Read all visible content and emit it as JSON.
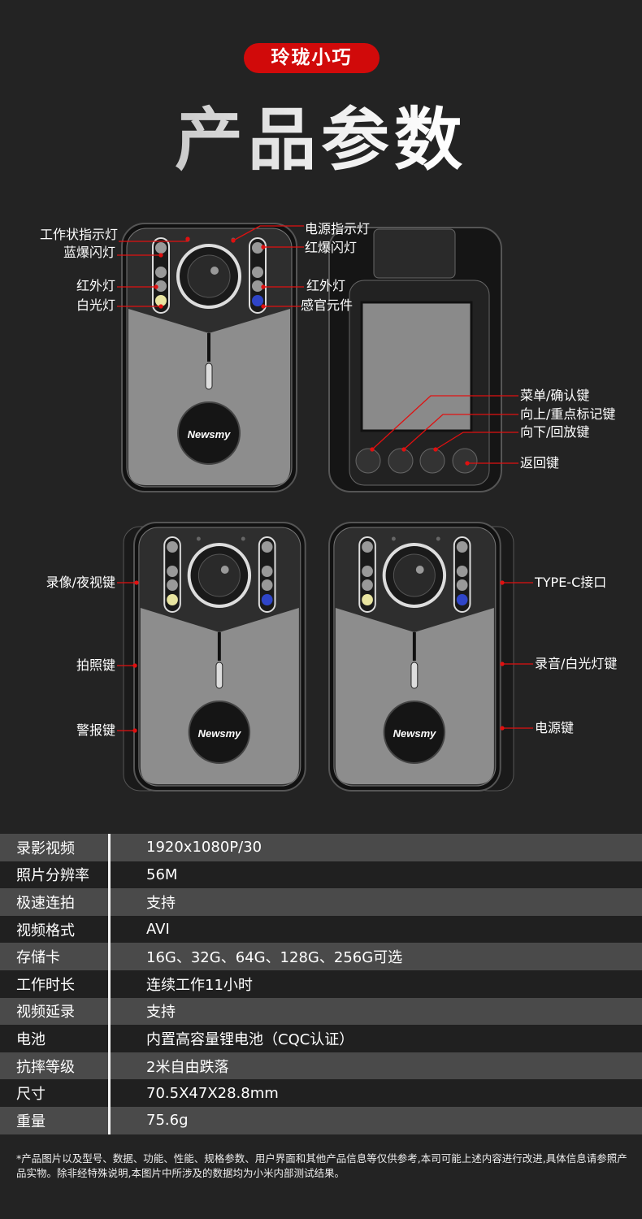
{
  "header": {
    "badge": "玲珑小巧",
    "title": "产品参数",
    "accent": "#d10a0a"
  },
  "device_brand": "Newsmy",
  "callouts": {
    "front_left": [
      "工作状指示灯",
      "蓝爆闪灯",
      "红外灯",
      "白光灯"
    ],
    "front_right": [
      "电源指示灯",
      "红爆闪灯",
      "红外灯",
      "感官元件"
    ],
    "back_buttons": [
      "菜单/确认键",
      "向上/重点标记键",
      "向下/回放键",
      "返回键"
    ],
    "left_side": [
      "录像/夜视键",
      "拍照键",
      "警报键"
    ],
    "right_side": [
      "TYPE-C接口",
      "录音/白光灯键",
      "电源键"
    ]
  },
  "specs": [
    {
      "label": "录影视频",
      "value": "1920x1080P/30"
    },
    {
      "label": "照片分辨率",
      "value": "56M"
    },
    {
      "label": "极速连拍",
      "value": "支持"
    },
    {
      "label": "视频格式",
      "value": "AVI"
    },
    {
      "label": "存储卡",
      "value": "16G、32G、64G、128G、256G可选"
    },
    {
      "label": "工作时长",
      "value": "连续工作11小时"
    },
    {
      "label": "视频延录",
      "value": "支持"
    },
    {
      "label": "电池",
      "value": "内置高容量锂电池（CQC认证）"
    },
    {
      "label": "抗摔等级",
      "value": "2米自由跌落"
    },
    {
      "label": "尺寸",
      "value": "70.5X47X28.8mm"
    },
    {
      "label": "重量",
      "value": "75.6g"
    }
  ],
  "footnote": "*产品图片以及型号、数据、功能、性能、规格参数、用户界面和其他产品信息等仅供参考,本司可能上述内容进行改进,具体信息请参照产品实物。除非经特殊说明,本图片中所涉及的数据均为小米内部测试结果。"
}
